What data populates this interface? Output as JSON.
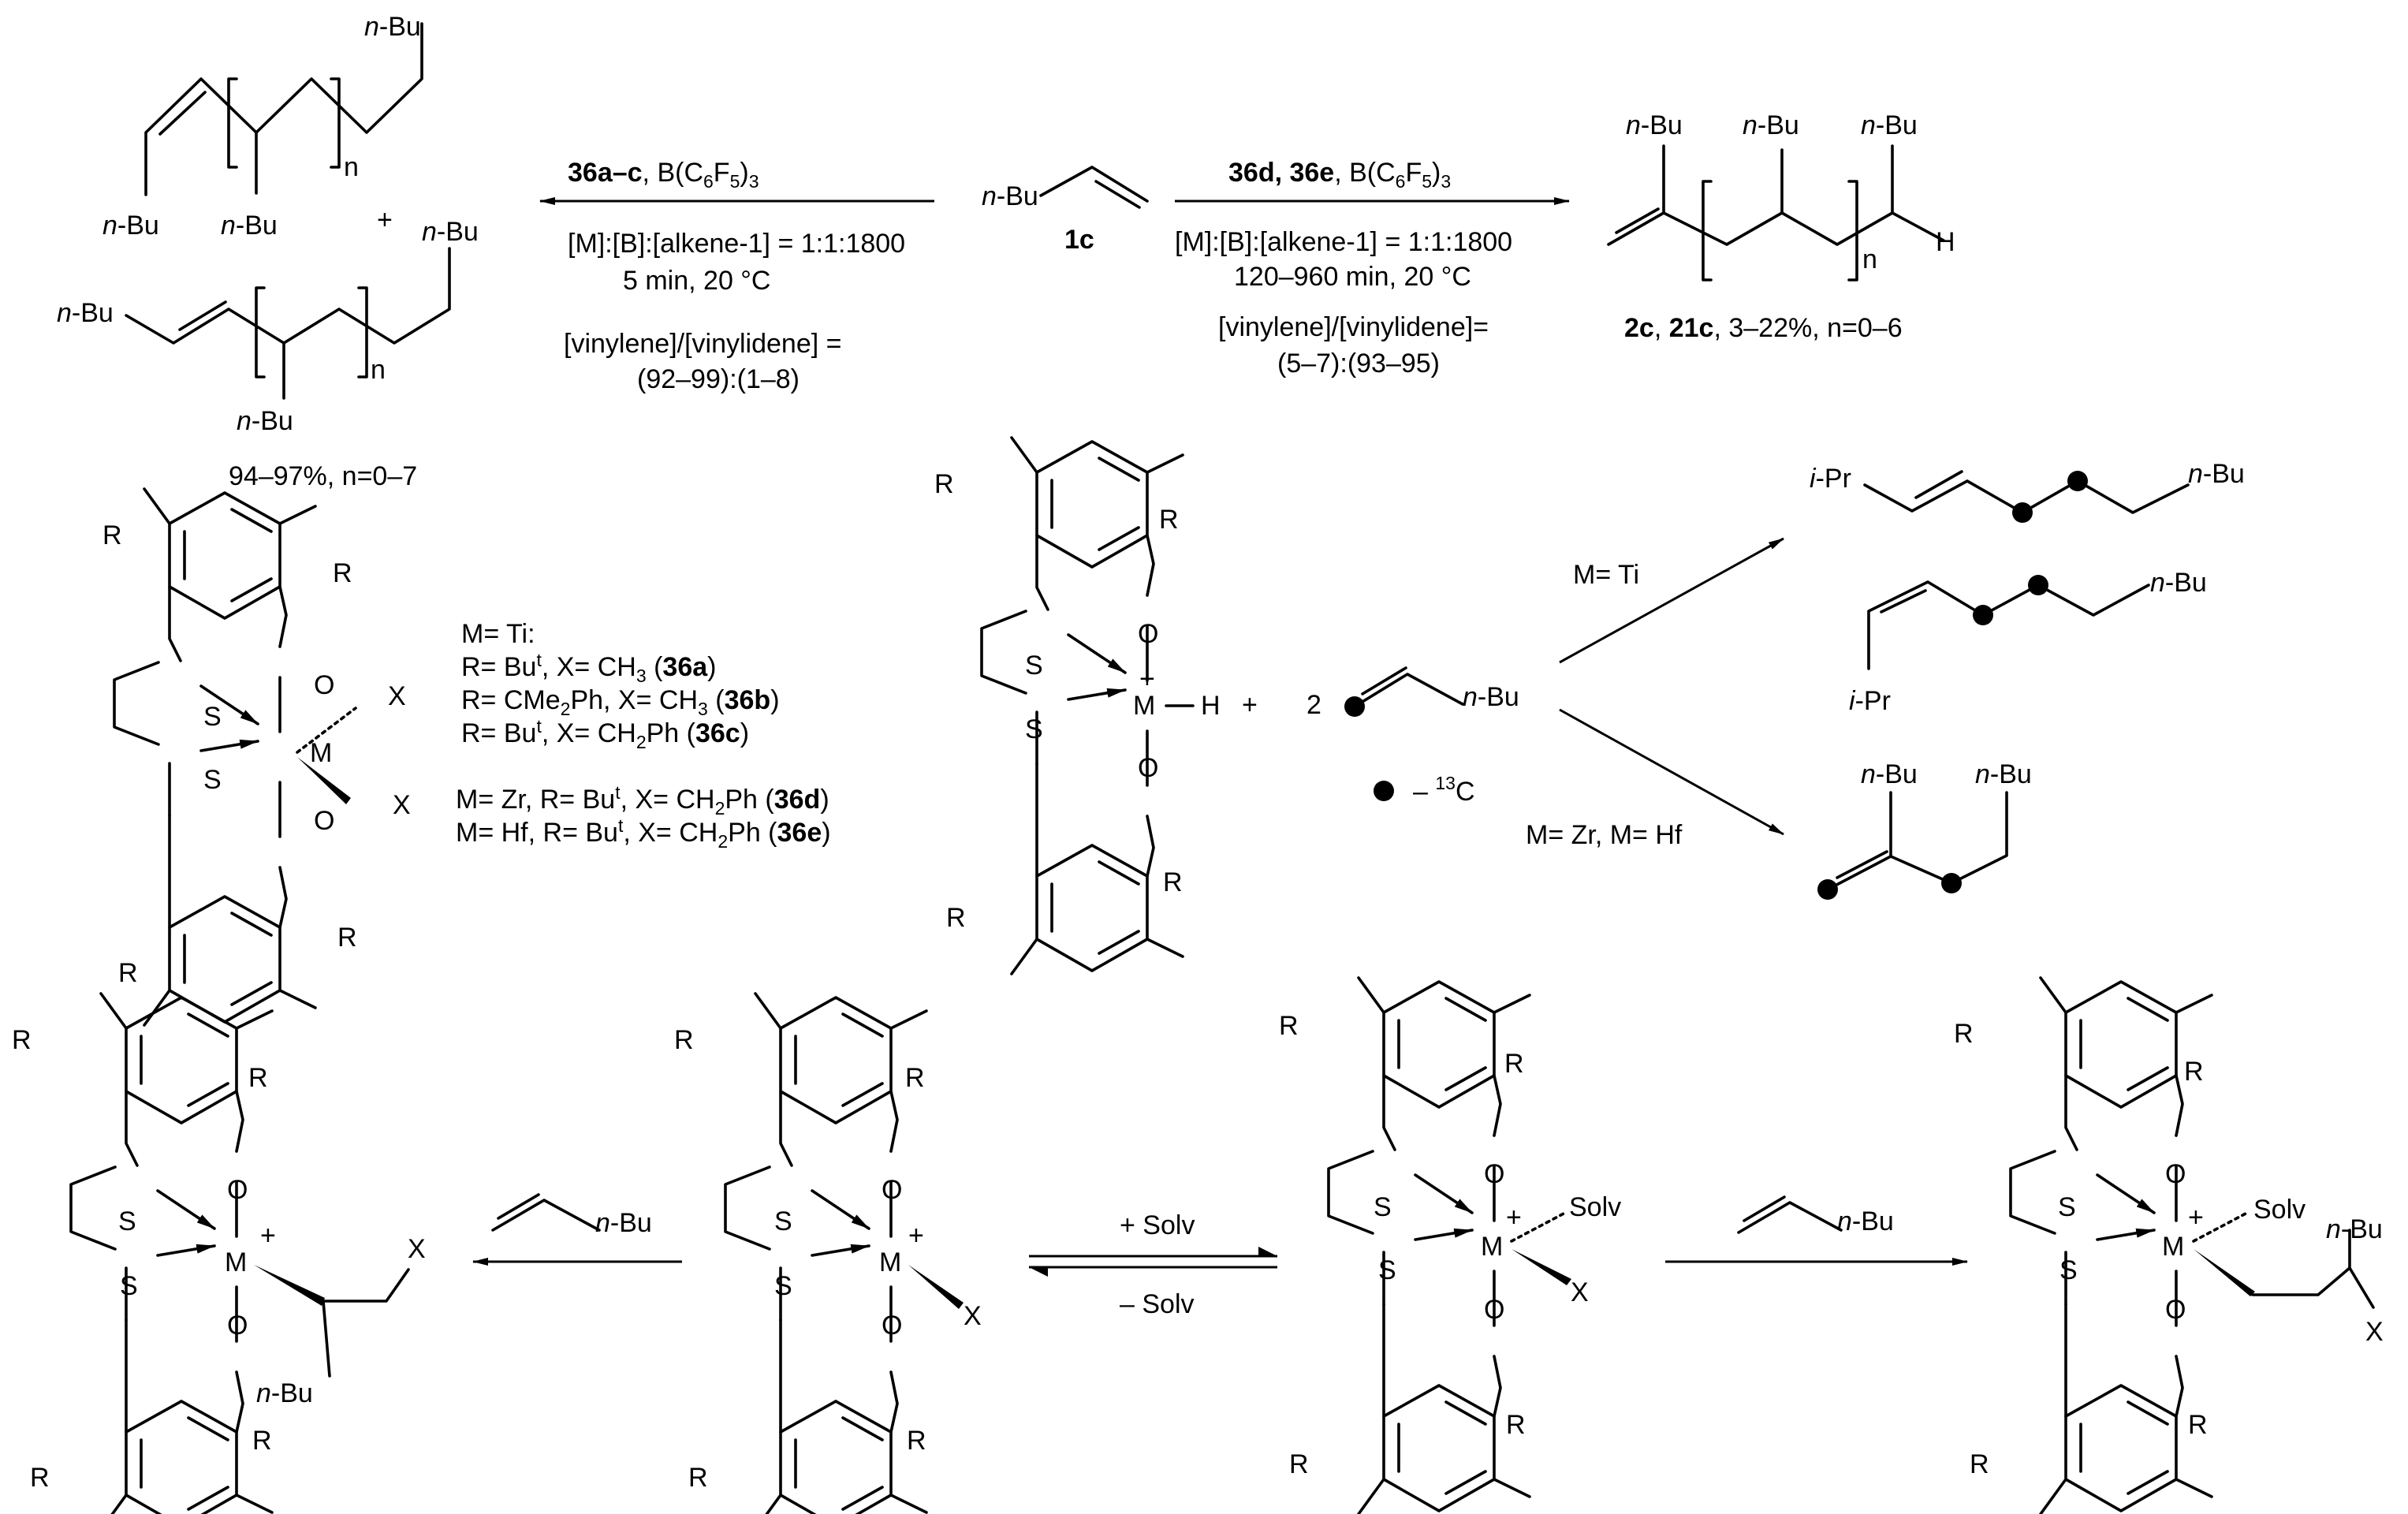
{
  "top": {
    "substrate": {
      "prefix": "n",
      "suffix": "-Bu",
      "code": "1c"
    },
    "left_conditions": {
      "catalyst_bold": "36a–c",
      "catalyst_rest": ", B(C",
      "sub6": "6",
      "f": "F",
      "sub5": "5",
      "close": ")",
      "sub3": "3",
      "ratio": "[M]:[B]:[alkene-1] = 1:1:1800",
      "time": "5 min, 20 °C",
      "sel1": "[vinylene]/[vinylidene] =",
      "sel2": "(92–99):(1–8)"
    },
    "right_conditions": {
      "catalyst_bold": "36d, 36e",
      "catalyst_rest": ", B(C",
      "sub6": "6",
      "f": "F",
      "sub5": "5",
      "close": ")",
      "sub3": "3",
      "ratio": "[M]:[B]:[alkene-1] = 1:1:1800",
      "time": "120–960 min, 20 °C",
      "sel1": "[vinylene]/[vinylidene]=",
      "sel2": "(5–7):(93–95)"
    },
    "left_products": {
      "n_italic": "n",
      "bu": "-Bu",
      "plus": "+",
      "n": "n",
      "yield": "94–97%, n=0–7"
    },
    "right_product": {
      "n_italic": "n",
      "bu": "-Bu",
      "n": "n",
      "code1": "2c",
      "sep": ", ",
      "code2": "21c",
      "yield": ", 3–22%, n=0–6"
    }
  },
  "complex_legend": {
    "l1": "M= Ti:",
    "l2_a": "R= Bu",
    "t": "t",
    "l2_b": ", X= CH",
    "sub3": "3",
    "l2_c": " (",
    "l2_code": "36a",
    "close": ")",
    "l3_a": "R= CMe",
    "sub2": "2",
    "l3_b": "Ph, X= CH",
    "l3_code": "36b",
    "l4_b": ", X= CH",
    "l4_c": "Ph (",
    "l4_code": "36c",
    "l5_a": "M= Zr, R= Bu",
    "l5_code": "36d",
    "l6_a": "M= Hf, R= Bu",
    "l6_code": "36e"
  },
  "atoms": {
    "R": "R",
    "S": "S",
    "O": "O",
    "M": "M",
    "X": "X",
    "H": "H",
    "plus": "+",
    "solv": "Solv"
  },
  "mid": {
    "coef": "2",
    "plus": "+",
    "label_c13_prefix": "– ",
    "label_c13_sup": "13",
    "label_c13": "C",
    "ti_label": "M= Ti",
    "zrhf_label": "M= Zr, M= Hf",
    "i_italic": "i",
    "pr": "-Pr"
  },
  "bottom": {
    "plus_solv": "+ Solv",
    "minus_solv": "– Solv"
  }
}
